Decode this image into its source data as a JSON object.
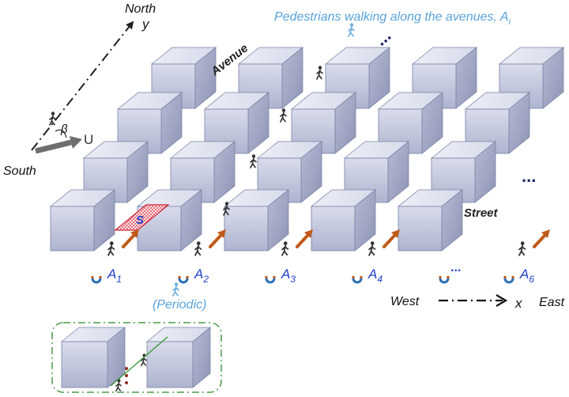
{
  "labels": {
    "north": "North",
    "y_axis": "y",
    "south": "South",
    "beta": "β",
    "wind": "U",
    "avenue": "Avenue",
    "street": "Street",
    "pedestrians_title": "Pedestrians walking along the avenues, A",
    "pedestrians_sub": "i",
    "source": "S",
    "periodic": "(Periodic)",
    "west": "West",
    "x_axis": "x",
    "east": "East",
    "ellipsis": "..."
  },
  "avenues": [
    {
      "main": "A",
      "sub": "1"
    },
    {
      "main": "A",
      "sub": "2"
    },
    {
      "main": "A",
      "sub": "3"
    },
    {
      "main": "A",
      "sub": "4"
    },
    {
      "main": "",
      "sub": ""
    },
    {
      "main": "A",
      "sub": "6"
    }
  ],
  "colors": {
    "block_front": "#c6cbe0",
    "block_side": "#a4aac4",
    "block_top": "#e4e7f2",
    "block_edge": "#7a82a6",
    "label_blue": "#2340c8",
    "arrow_orange": "#c05a1a",
    "title_lightblue": "#5aa2d8",
    "source_red": "#d02030",
    "inset_border": "#4a9a4a",
    "wind_gray": "#6e6e6e"
  }
}
